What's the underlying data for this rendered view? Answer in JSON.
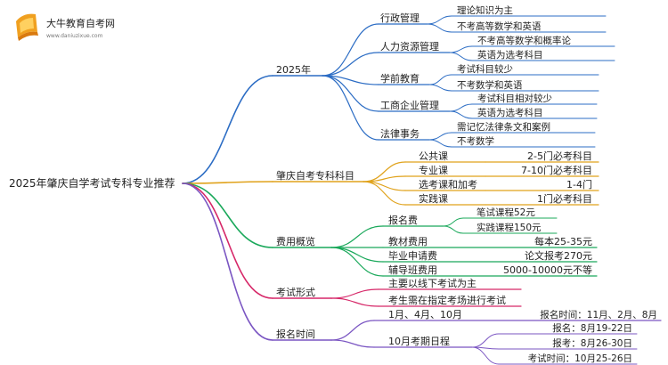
{
  "logo": {
    "title": "大牛教育自考网",
    "url": "www.daniuzixue.com"
  },
  "root": "2025年肇庆自学考试专科专业推荐",
  "branches": [
    {
      "label": "2025年",
      "color": "#2b6cc4",
      "children": [
        {
          "label": "行政管理",
          "children": [
            "理论知识为主",
            "不考高等数学和英语"
          ]
        },
        {
          "label": "人力资源管理",
          "children": [
            "不考高等数学和概率论",
            "英语为选考科目"
          ]
        },
        {
          "label": "学前教育",
          "children": [
            "考试科目较少",
            "不考数学和英语"
          ]
        },
        {
          "label": "工商企业管理",
          "children": [
            "考试科目相对较少",
            "英语为选考科目"
          ]
        },
        {
          "label": "法律事务",
          "children": [
            "需记忆法律条文和案例",
            "不考数学"
          ]
        }
      ]
    },
    {
      "label": "肇庆自考专科科目",
      "color": "#e0a21b",
      "children": [
        {
          "label": "公共课",
          "value": "2-5门必考科目"
        },
        {
          "label": "专业课",
          "value": "7-10门必考科目"
        },
        {
          "label": "选考课和加考",
          "value": "1-4门"
        },
        {
          "label": "实践课",
          "value": "1门必考科目"
        }
      ]
    },
    {
      "label": "费用概览",
      "color": "#19a85a",
      "children": [
        {
          "label": "报名费",
          "children": [
            "笔试课程52元",
            "实践课程150元"
          ]
        },
        {
          "label": "教材费用",
          "value": "每本25-35元"
        },
        {
          "label": "毕业申请费",
          "value": "论文报考270元"
        },
        {
          "label": "辅导班费用",
          "value": "5000-10000元不等"
        }
      ]
    },
    {
      "label": "考试形式",
      "color": "#d62768",
      "children": [
        {
          "label": "主要以线下考试为主"
        },
        {
          "label": "考生需在指定考场进行考试"
        }
      ]
    },
    {
      "label": "报名时间",
      "color": "#7a55c2",
      "children": [
        {
          "label": "1月、4月、10月",
          "value": "报名时间：11月、2月、8月"
        },
        {
          "label": "10月考期日程",
          "children": [
            "报名：8月19-22日",
            "报考：8月26-30日",
            "考试时间：10月25-26日"
          ]
        }
      ]
    }
  ]
}
